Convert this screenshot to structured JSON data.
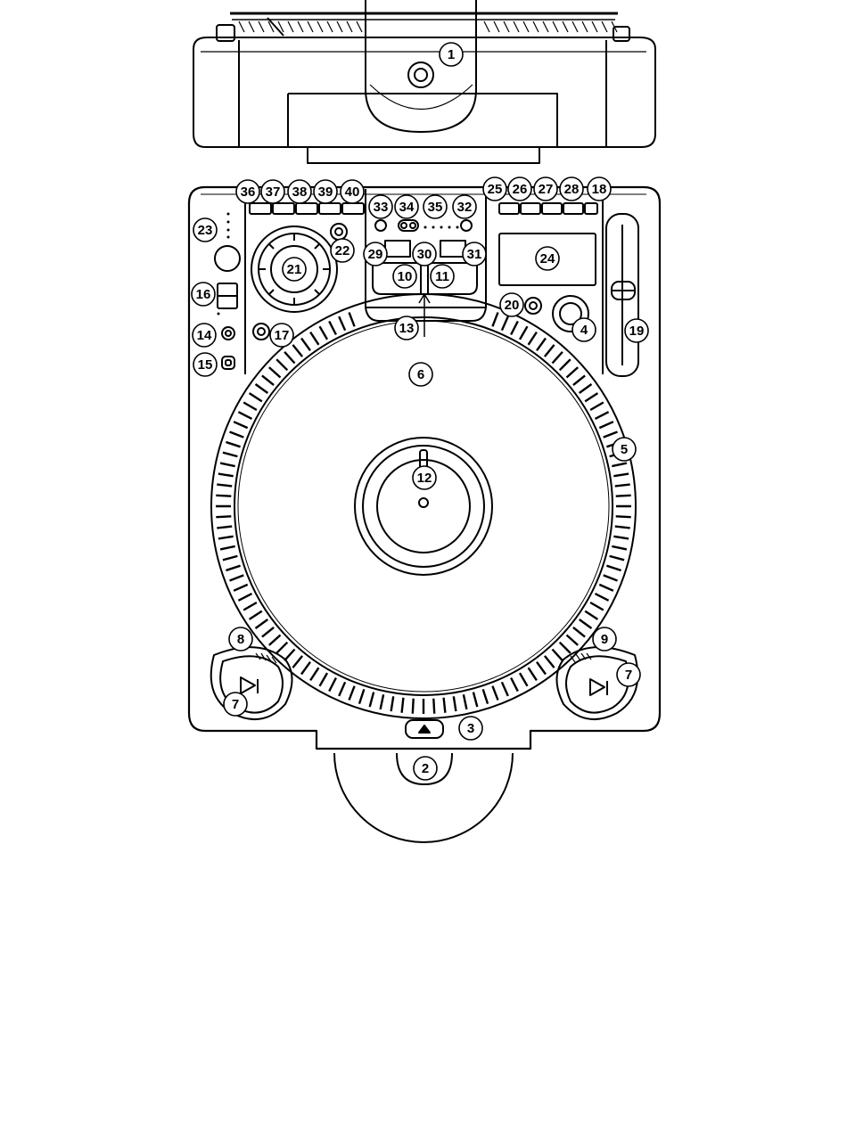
{
  "figure": {
    "subject": "DJ CD player top and front view",
    "stroke_color": "#000000",
    "background_color": "#ffffff"
  },
  "callouts": [
    {
      "id": "c1",
      "label": "1"
    },
    {
      "id": "c2",
      "label": "2"
    },
    {
      "id": "c3",
      "label": "3"
    },
    {
      "id": "c4",
      "label": "4"
    },
    {
      "id": "c5",
      "label": "5"
    },
    {
      "id": "c6",
      "label": "6"
    },
    {
      "id": "c7a",
      "label": "7"
    },
    {
      "id": "c7b",
      "label": "7"
    },
    {
      "id": "c8",
      "label": "8"
    },
    {
      "id": "c9",
      "label": "9"
    },
    {
      "id": "c10",
      "label": "10"
    },
    {
      "id": "c11",
      "label": "11"
    },
    {
      "id": "c12",
      "label": "12"
    },
    {
      "id": "c13",
      "label": "13"
    },
    {
      "id": "c14",
      "label": "14"
    },
    {
      "id": "c15",
      "label": "15"
    },
    {
      "id": "c16",
      "label": "16"
    },
    {
      "id": "c17",
      "label": "17"
    },
    {
      "id": "c18",
      "label": "18"
    },
    {
      "id": "c19",
      "label": "19"
    },
    {
      "id": "c20",
      "label": "20"
    },
    {
      "id": "c21",
      "label": "21"
    },
    {
      "id": "c22",
      "label": "22"
    },
    {
      "id": "c23",
      "label": "23"
    },
    {
      "id": "c24",
      "label": "24"
    },
    {
      "id": "c25",
      "label": "25"
    },
    {
      "id": "c26",
      "label": "26"
    },
    {
      "id": "c27",
      "label": "27"
    },
    {
      "id": "c28",
      "label": "28"
    },
    {
      "id": "c29",
      "label": "29"
    },
    {
      "id": "c30",
      "label": "30"
    },
    {
      "id": "c31",
      "label": "31"
    },
    {
      "id": "c32",
      "label": "32"
    },
    {
      "id": "c33",
      "label": "33"
    },
    {
      "id": "c34",
      "label": "34"
    },
    {
      "id": "c35",
      "label": "35"
    },
    {
      "id": "c36",
      "label": "36"
    },
    {
      "id": "c37",
      "label": "37"
    },
    {
      "id": "c38",
      "label": "38"
    },
    {
      "id": "c39",
      "label": "39"
    },
    {
      "id": "c40",
      "label": "40"
    }
  ]
}
